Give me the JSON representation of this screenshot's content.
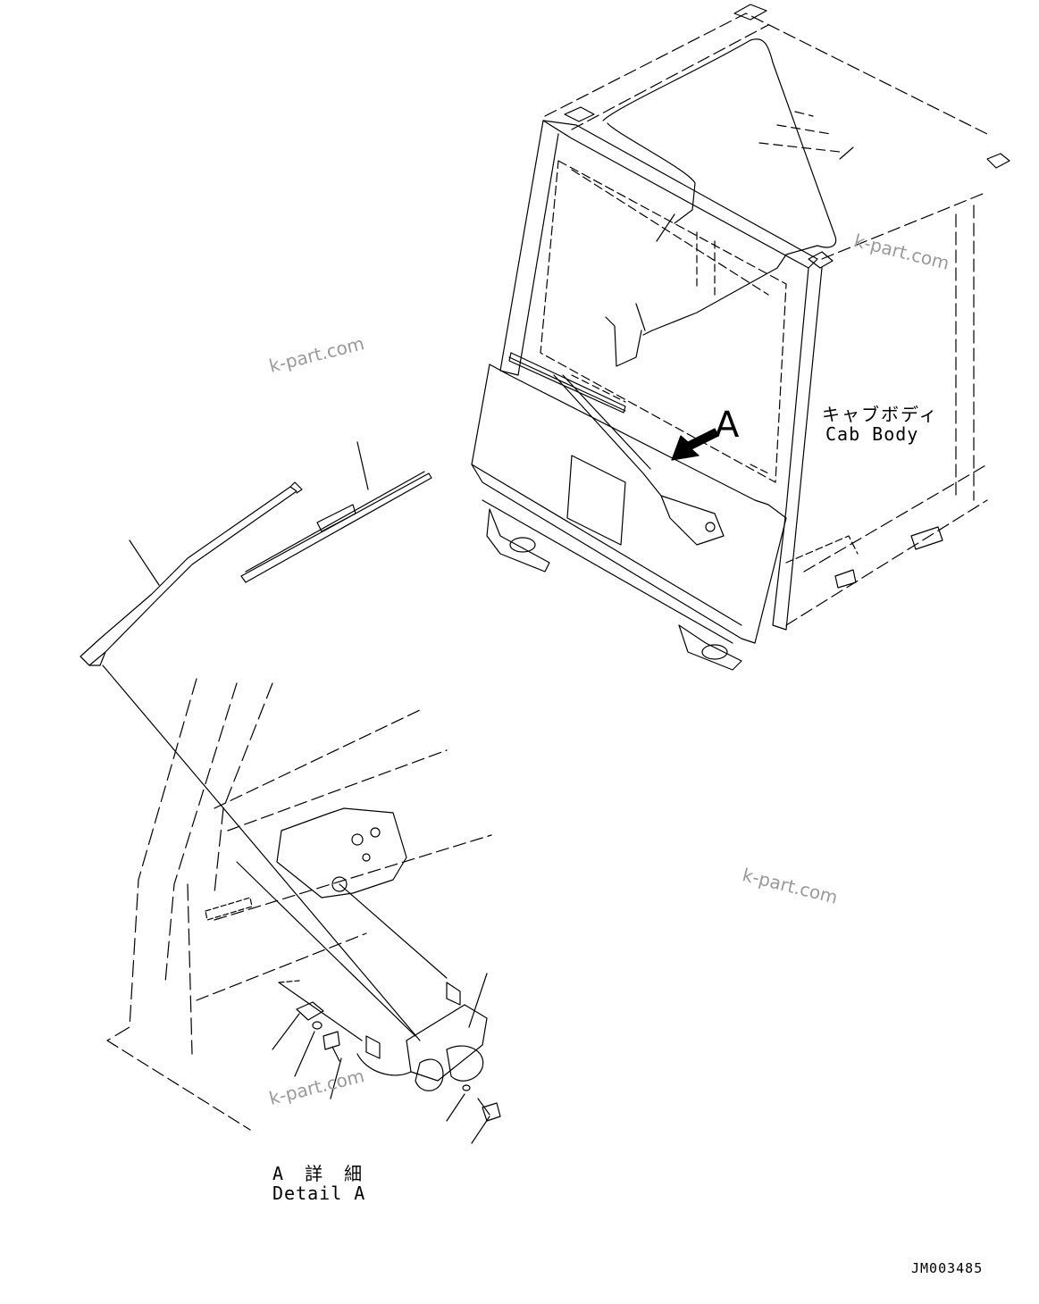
{
  "labels": {
    "cab_body_jp": "キャブボディ",
    "cab_body_en": "Cab Body",
    "callout_letter": "A",
    "detail_jp": "A 詳 細",
    "detail_en": "Detail A",
    "drawing_code": "JM003485"
  },
  "watermarks": [
    "k-part.com",
    "k-part.com",
    "k-part.com",
    "k-part.com"
  ]
}
